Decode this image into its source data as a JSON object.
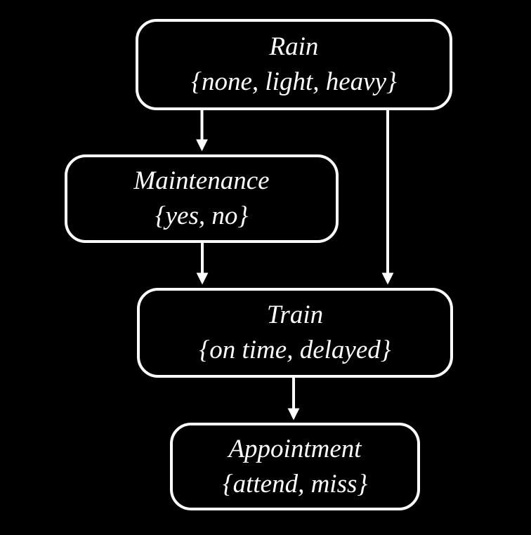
{
  "colors": {
    "background": "#000000",
    "node_border": "#ffffff",
    "node_fill": "#000000",
    "text": "#ffffff",
    "arrow": "#ffffff"
  },
  "diagram": {
    "nodes": [
      {
        "id": "rain",
        "label": "Rain",
        "values": "{none, light, heavy}"
      },
      {
        "id": "maintenance",
        "label": "Maintenance",
        "values": "{yes, no}"
      },
      {
        "id": "train",
        "label": "Train",
        "values": "{on time, delayed}"
      },
      {
        "id": "appointment",
        "label": "Appointment",
        "values": "{attend, miss}"
      }
    ],
    "edges": [
      {
        "from": "rain",
        "to": "maintenance"
      },
      {
        "from": "rain",
        "to": "train"
      },
      {
        "from": "maintenance",
        "to": "train"
      },
      {
        "from": "train",
        "to": "appointment"
      }
    ]
  }
}
